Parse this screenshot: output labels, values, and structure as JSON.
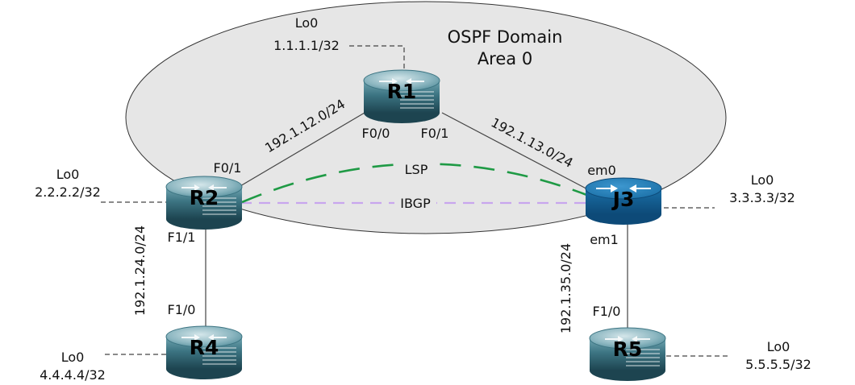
{
  "domain": {
    "title_line1": "OSPF Domain",
    "title_line2": "Area 0",
    "fill": "#e6e6e6"
  },
  "routers": {
    "r1": {
      "name": "R1",
      "loopback_label": "Lo0",
      "loopback_ip": "1.1.1.1/32",
      "icon": "cisco-router-icon"
    },
    "r2": {
      "name": "R2",
      "loopback_label": "Lo0",
      "loopback_ip": "2.2.2.2/32",
      "icon": "cisco-router-icon"
    },
    "j3": {
      "name": "J3",
      "loopback_label": "Lo0",
      "loopback_ip": "3.3.3.3/32",
      "icon": "juniper-router-icon"
    },
    "r4": {
      "name": "R4",
      "loopback_label": "Lo0",
      "loopback_ip": "4.4.4.4/32",
      "icon": "cisco-router-icon"
    },
    "r5": {
      "name": "R5",
      "loopback_label": "Lo0",
      "loopback_ip": "5.5.5.5/32",
      "icon": "cisco-router-icon"
    }
  },
  "links": {
    "r1_r2": {
      "subnet": "192.1.12.0/24",
      "r1_iface": "F0/0",
      "r2_iface": "F0/1"
    },
    "r1_j3": {
      "subnet": "192.1.13.0/24",
      "r1_iface": "F0/1",
      "j3_iface": "em0"
    },
    "r2_r4": {
      "subnet": "192.1.24.0/24",
      "r2_iface": "F1/1",
      "r4_iface": "F1/0"
    },
    "j3_r5": {
      "subnet": "192.1.35.0/24",
      "j3_iface": "em1",
      "r5_iface": "F1/0"
    }
  },
  "overlays": {
    "lsp_label": "LSP",
    "lsp_color": "#1f9a45",
    "ibgp_label": "IBGP",
    "ibgp_color": "#c8a6ee"
  },
  "colors": {
    "cisco_router": "#4f8b99",
    "juniper_router": "#1a6fa6"
  }
}
